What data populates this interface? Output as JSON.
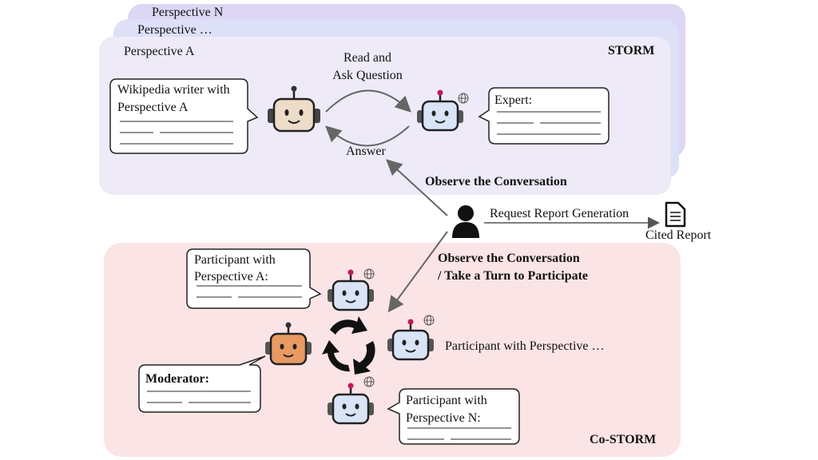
{
  "storm": {
    "title": "STORM",
    "stack_labels": [
      "Perspective N",
      "Perspective …",
      "Perspective A"
    ],
    "writer_bubble": [
      "Wikipedia writer with",
      "Perspective A"
    ],
    "expert_bubble": [
      "Expert:"
    ],
    "arrow_top": [
      "Read and",
      "Ask Question"
    ],
    "arrow_bottom": "Answer",
    "observe": "Observe the Conversation"
  },
  "user": {
    "request": "Request Report Generation",
    "report": "Cited Report",
    "observe_participate": [
      "Observe the Conversation",
      "/ Take a Turn to Participate"
    ]
  },
  "costorm": {
    "title": "Co-STORM",
    "participant_a": [
      "Participant with",
      "Perspective A:"
    ],
    "participant_n": [
      "Participant with",
      "Perspective N:"
    ],
    "participant_etc": "Participant with Perspective …",
    "moderator": "Moderator:"
  },
  "colors": {
    "storm_panel": "#eeeaf7",
    "stack_back": "#ddd6f5",
    "stack_mid": "#dde0f7",
    "costorm_panel": "#fbe4e6",
    "robot_blue": "#d9e4f7",
    "robot_tan": "#ecdcc8",
    "robot_orange": "#e89a63"
  }
}
